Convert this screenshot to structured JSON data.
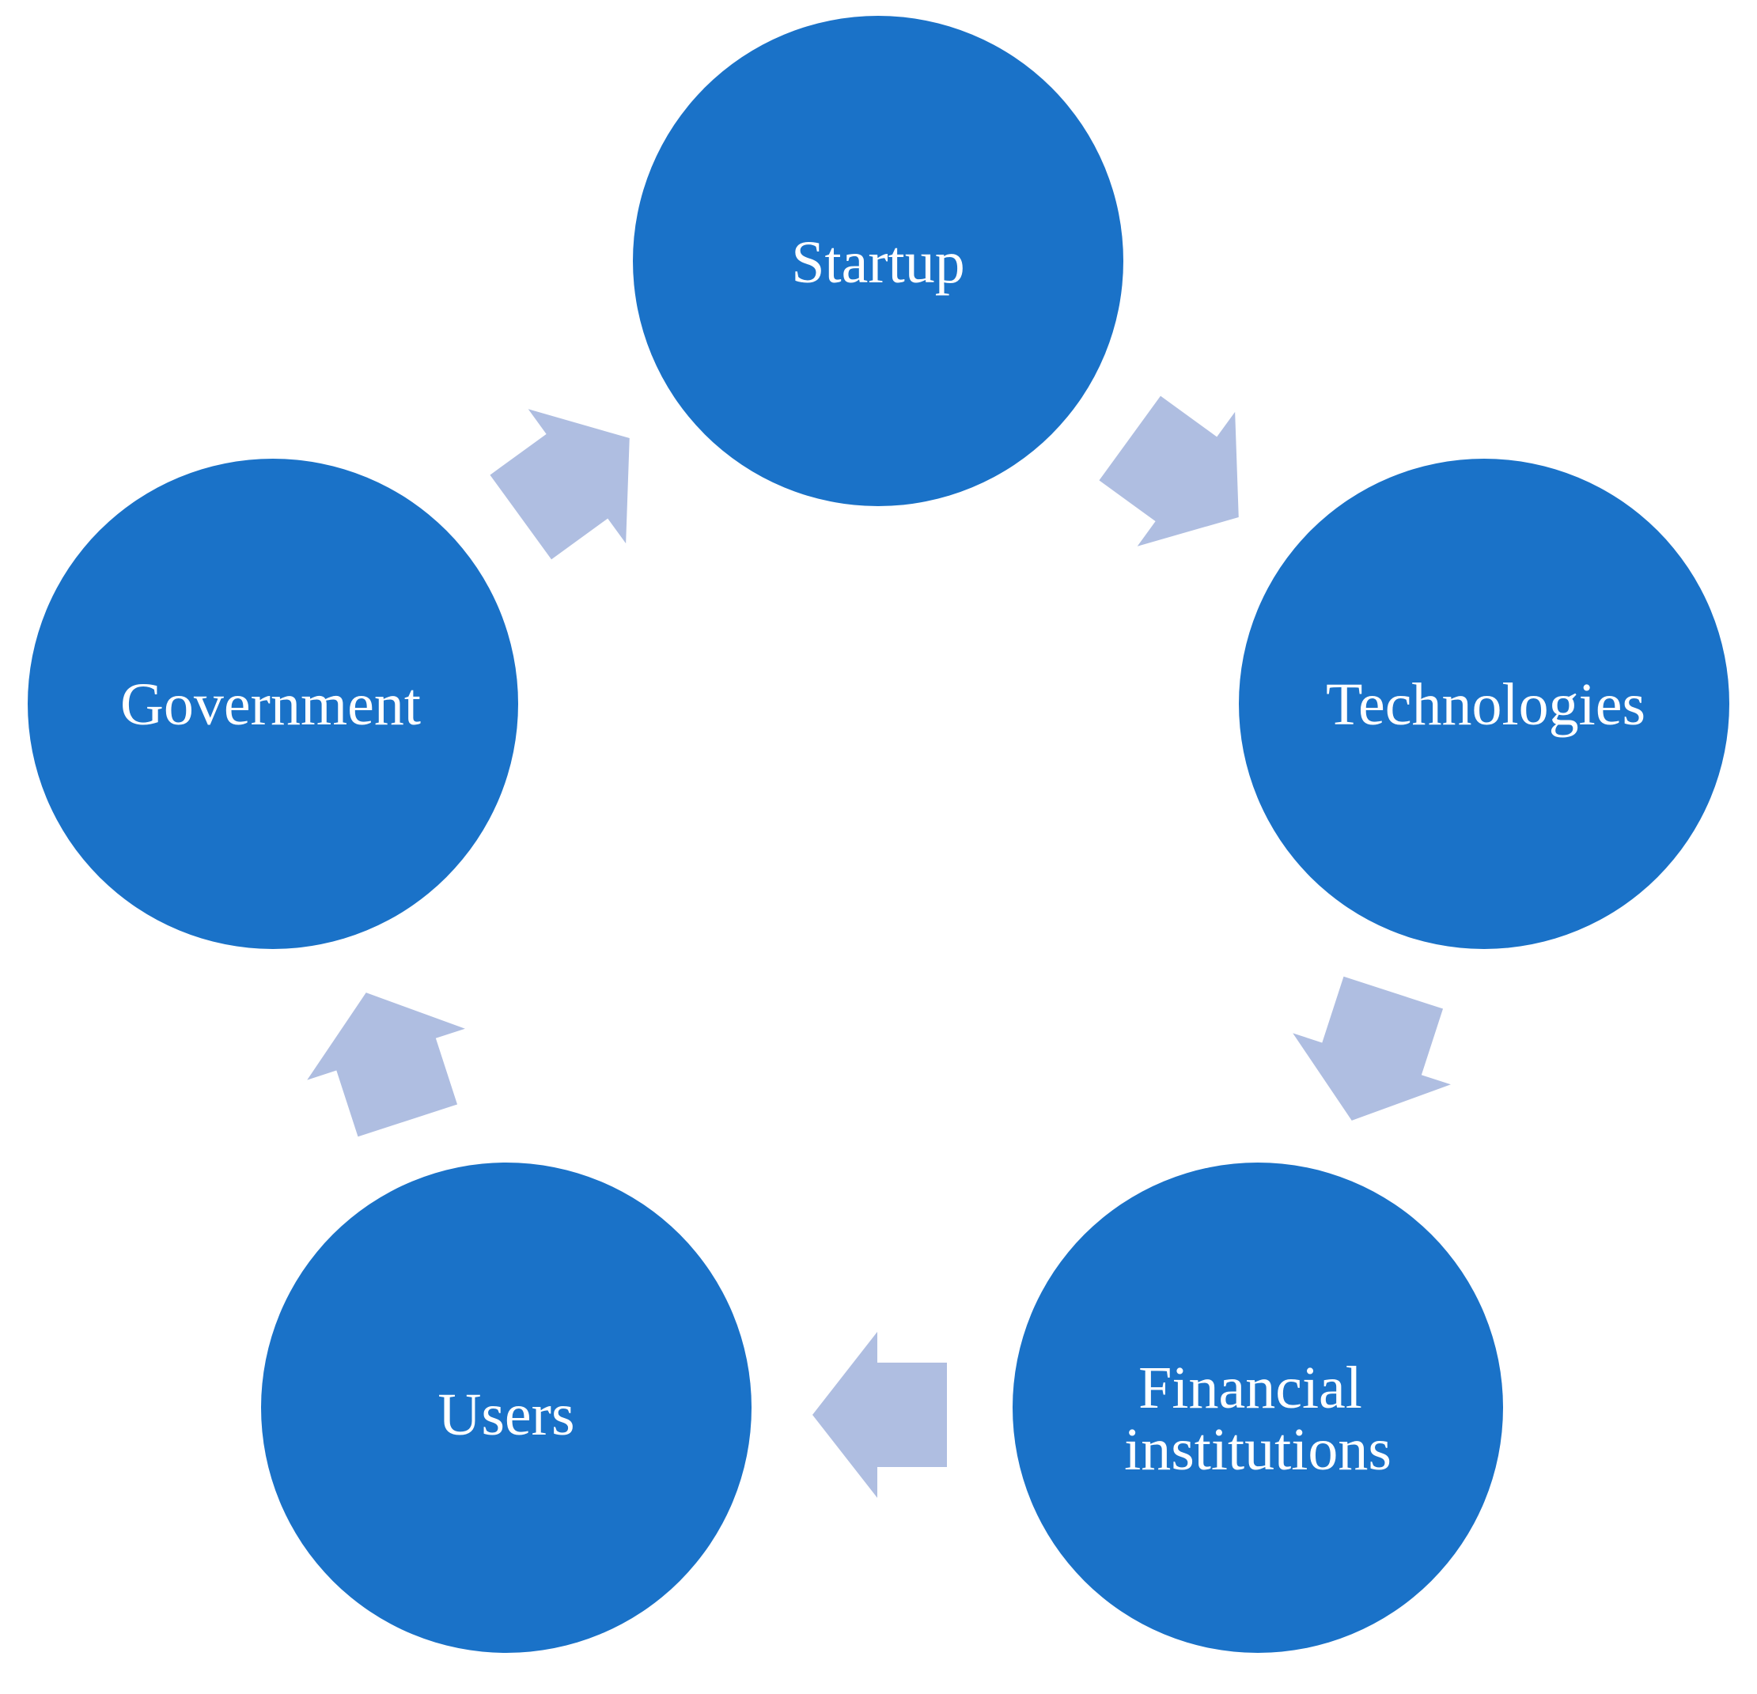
{
  "figure": {
    "background_color": "#ffffff",
    "node_fill": "#1a72c8",
    "arrow_fill": "#afbee1",
    "label_color": "#ffffff"
  },
  "nodes": [
    {
      "id": "startup",
      "label": "Startup"
    },
    {
      "id": "technologies",
      "label": "Technologies"
    },
    {
      "id": "financial-institutions",
      "label": "Financial institutions",
      "lines": [
        "Financial",
        "institutions"
      ]
    },
    {
      "id": "users",
      "label": "Users"
    },
    {
      "id": "government",
      "label": "Government"
    }
  ],
  "connections": [
    {
      "from": "Startup",
      "to": "Technologies"
    },
    {
      "from": "Technologies",
      "to": "Financial institutions"
    },
    {
      "from": "Financial institutions",
      "to": "Users"
    },
    {
      "from": "Users",
      "to": "Government"
    },
    {
      "from": "Government",
      "to": "Startup"
    }
  ]
}
